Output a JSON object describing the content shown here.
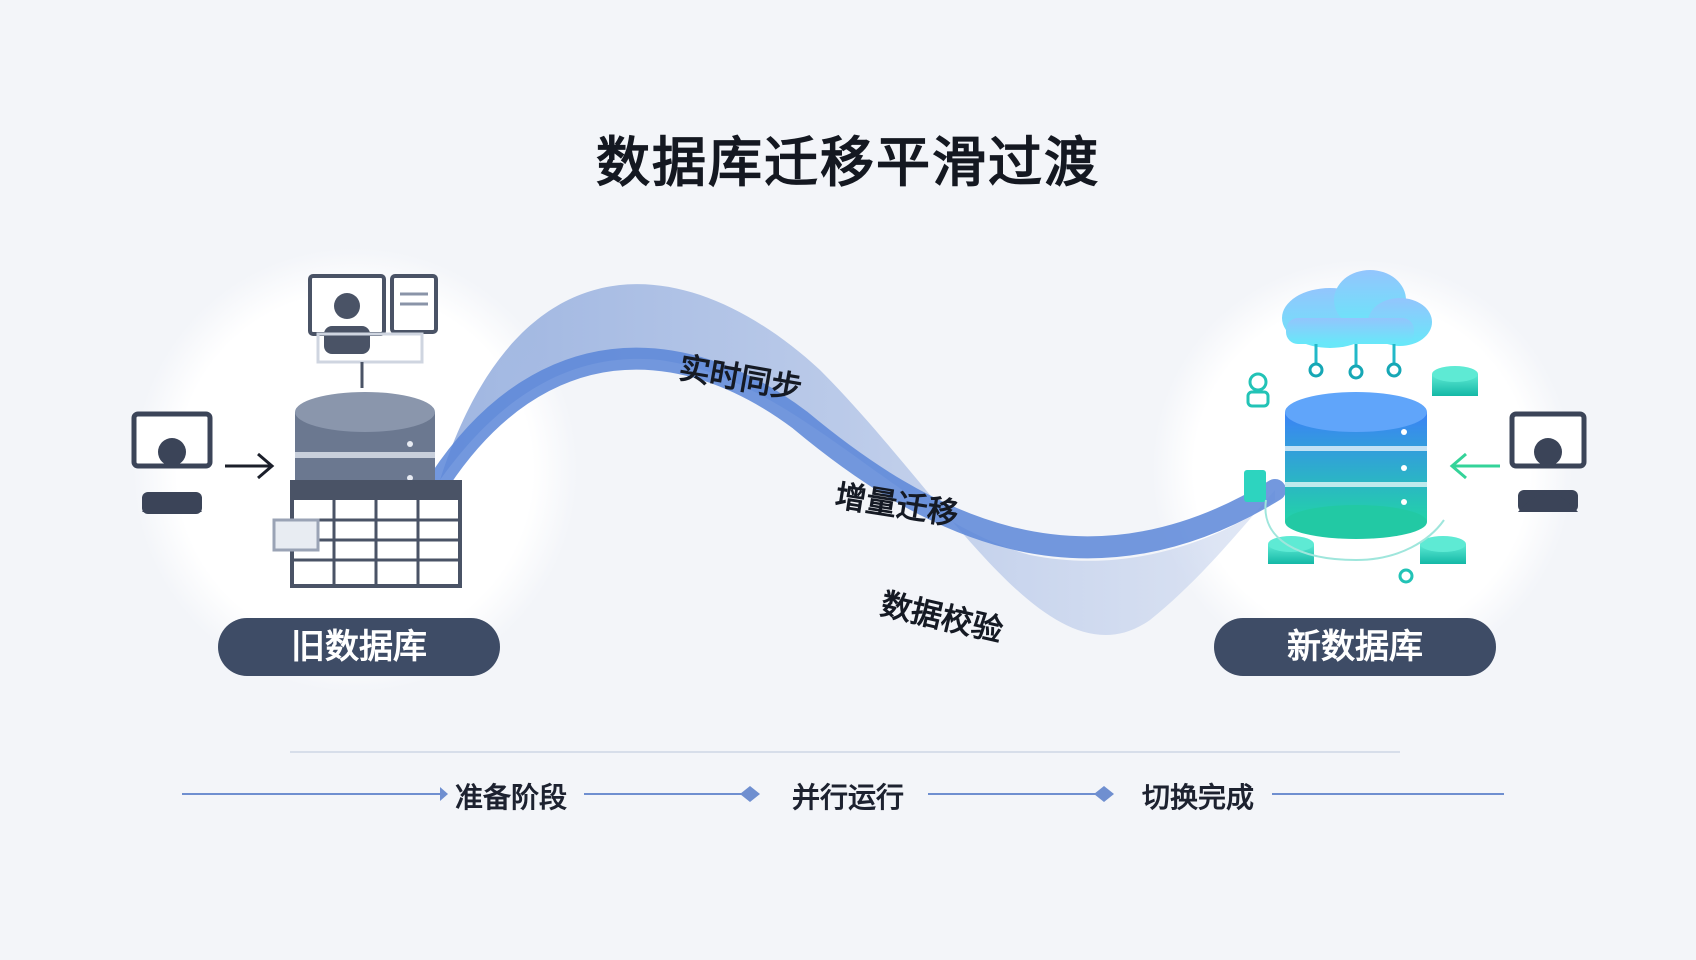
{
  "title": "数据库迁移平滑过渡",
  "old_db": {
    "label": "旧数据库"
  },
  "new_db": {
    "label": "新数据库"
  },
  "flow_labels": [
    "实时同步",
    "增量迁移",
    "数据校验"
  ],
  "timeline": {
    "stages": [
      "准备阶段",
      "并行运行",
      "切换完成"
    ]
  },
  "icons": [
    "user-icon",
    "monitor-icon",
    "database-icon",
    "table-icon",
    "cloud-icon",
    "arrow-right-icon",
    "arrow-left-icon"
  ],
  "colors": {
    "old_db": "#6b7890",
    "new_db_top": "#3b82f6",
    "new_db_bottom": "#22d3a8",
    "badge": "#3e4c66",
    "flow": "#4f7fd9",
    "timeline": "#6f8fd0"
  }
}
